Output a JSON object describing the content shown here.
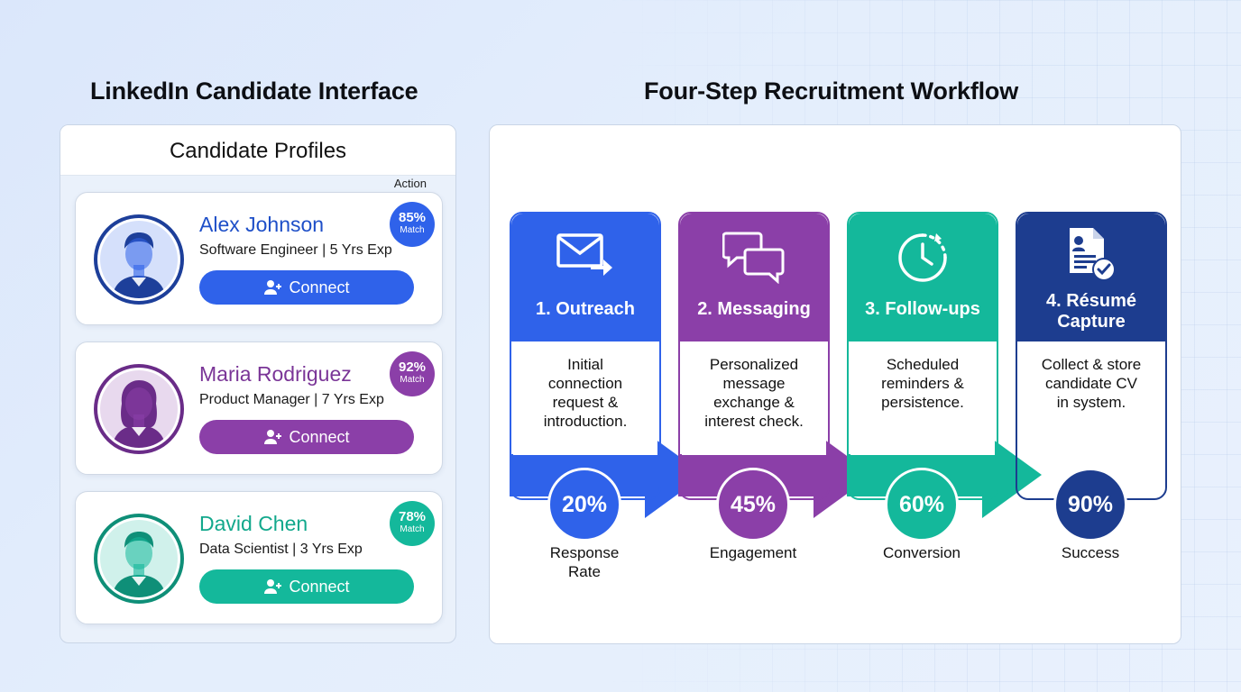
{
  "left": {
    "title": "LinkedIn Candidate Interface",
    "panel_header": "Candidate Profiles",
    "action_label": "Action",
    "candidates": [
      {
        "name": "Alex Johnson",
        "role": "Software Engineer | 5 Yrs Exp",
        "match_pct": "85%",
        "match_label": "Match",
        "button": "Connect",
        "color": "#2f62ea",
        "dark": "#1d3f9a"
      },
      {
        "name": "Maria Rodriguez",
        "role": "Product Manager | 7 Yrs Exp",
        "match_pct": "92%",
        "match_label": "Match",
        "button": "Connect",
        "color": "#8b3fa8",
        "dark": "#6a2c88"
      },
      {
        "name": "David Chen",
        "role": "Data Scientist | 3 Yrs Exp",
        "match_pct": "78%",
        "match_label": "Match",
        "button": "Connect",
        "color": "#14b89b",
        "dark": "#0f8f78"
      }
    ]
  },
  "right": {
    "title": "Four-Step Recruitment Workflow",
    "steps": [
      {
        "title_lines": [
          "1. Outreach"
        ],
        "desc_lines": [
          "Initial",
          "connection",
          "request &",
          "introduction."
        ],
        "metric": "20%",
        "metric_label_lines": [
          "Response",
          "Rate"
        ],
        "color": "#2f62ea",
        "icon": "envelope-icon"
      },
      {
        "title_lines": [
          "2. Messaging"
        ],
        "desc_lines": [
          "Personalized",
          "message",
          "exchange &",
          "interest check."
        ],
        "metric": "45%",
        "metric_label_lines": [
          "Engagement"
        ],
        "color": "#8b3fa8",
        "icon": "chat-bubbles-icon"
      },
      {
        "title_lines": [
          "3. Follow-ups"
        ],
        "desc_lines": [
          "Scheduled",
          "reminders &",
          "persistence."
        ],
        "metric": "60%",
        "metric_label_lines": [
          "Conversion"
        ],
        "color": "#14b89b",
        "icon": "clock-icon"
      },
      {
        "title_lines": [
          "4. Résumé",
          "Capture"
        ],
        "desc_lines": [
          "Collect & store",
          "candidate CV",
          "in system."
        ],
        "metric": "90%",
        "metric_label_lines": [
          "Success"
        ],
        "color": "#1d3d8f",
        "icon": "document-check-icon"
      }
    ]
  }
}
